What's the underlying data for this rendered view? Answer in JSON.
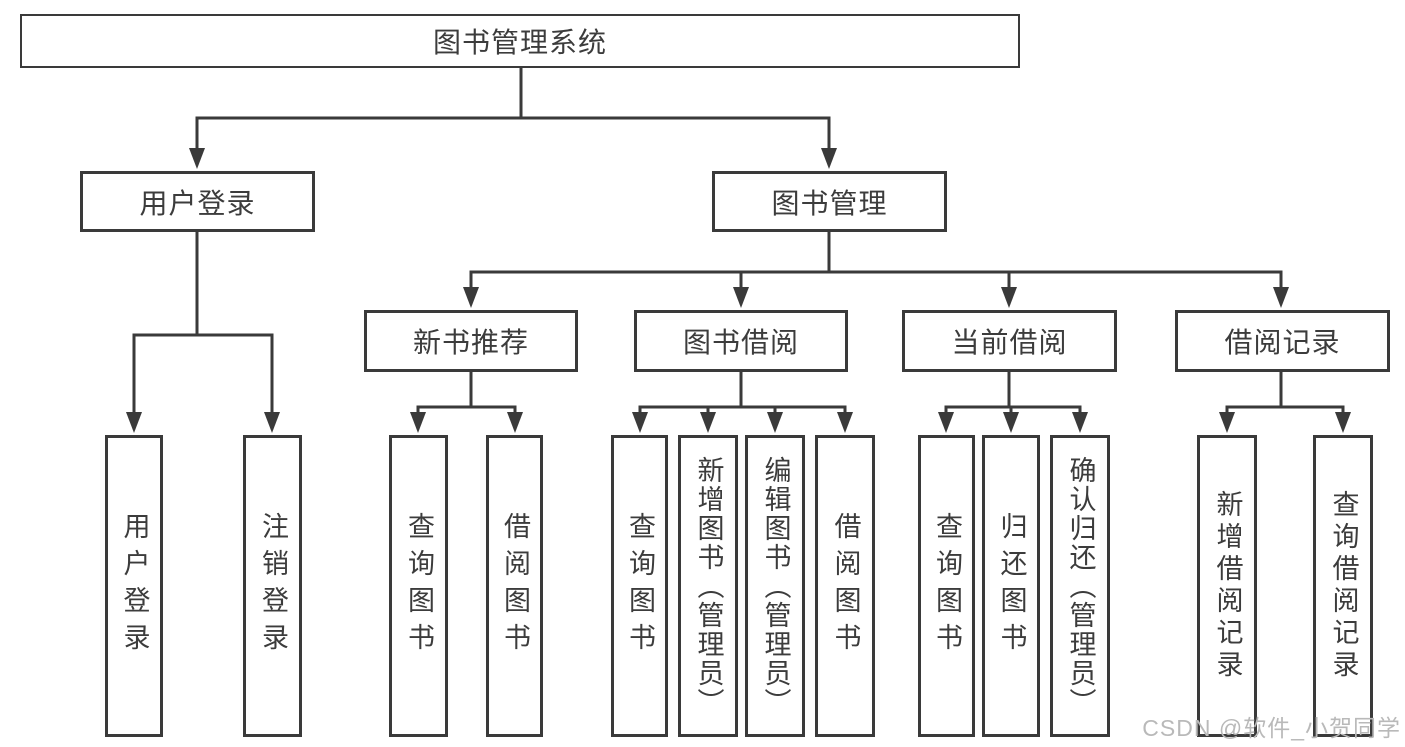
{
  "title": "图书管理系统",
  "tree": {
    "root": {
      "label": "图书管理系统"
    },
    "branches": [
      {
        "label": "用户登录",
        "children": [
          {
            "label": "用户登录"
          },
          {
            "label": "注销登录"
          }
        ]
      },
      {
        "label": "图书管理",
        "children": [
          {
            "label": "新书推荐",
            "children": [
              {
                "label": "查询图书"
              },
              {
                "label": "借阅图书"
              }
            ]
          },
          {
            "label": "图书借阅",
            "children": [
              {
                "label": "查询图书"
              },
              {
                "label": "新增图书（管理员）"
              },
              {
                "label": "编辑图书（管理员）"
              },
              {
                "label": "借阅图书"
              }
            ]
          },
          {
            "label": "当前借阅",
            "children": [
              {
                "label": "查询图书"
              },
              {
                "label": "归还图书"
              },
              {
                "label": "确认归还（管理员）"
              }
            ]
          },
          {
            "label": "借阅记录",
            "children": [
              {
                "label": "新增借阅记录"
              },
              {
                "label": "查询借阅记录"
              }
            ]
          }
        ]
      }
    ]
  },
  "watermark": "CSDN @软件_小贺同学",
  "colors": {
    "line": "#3a3a3a",
    "box_border": "#3a3a3a",
    "text": "#3c3c3c",
    "watermark": "#b9b9b9",
    "background": "#ffffff"
  }
}
